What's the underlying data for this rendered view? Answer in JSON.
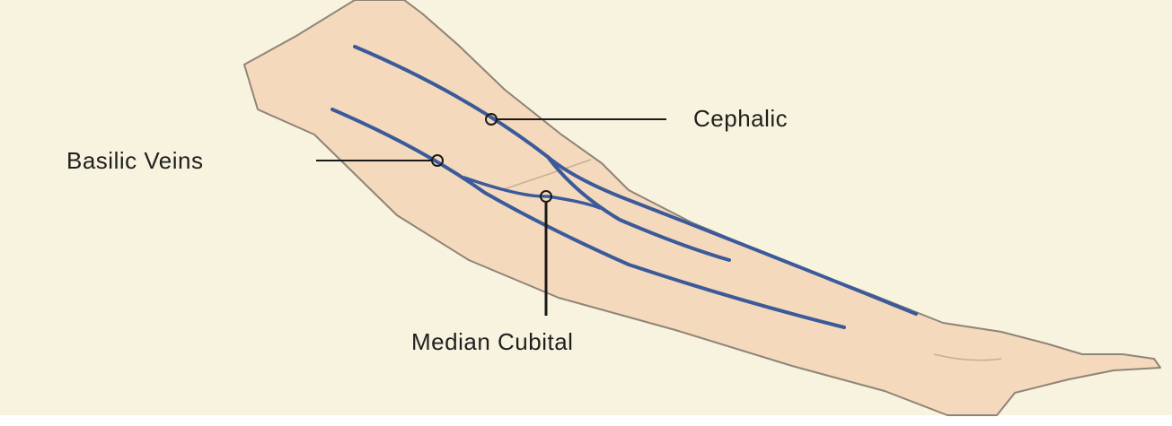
{
  "colors": {
    "background": "#f7f3de",
    "skin": "#f5d9bc",
    "skin_outline": "#8f8478",
    "vein": "#3b5a9a",
    "pointer": "#1a1a1a"
  },
  "labels": {
    "cephalic": "Cephalic",
    "basilic": "Basilic Veins",
    "median_cubital": "Median Cubital"
  }
}
